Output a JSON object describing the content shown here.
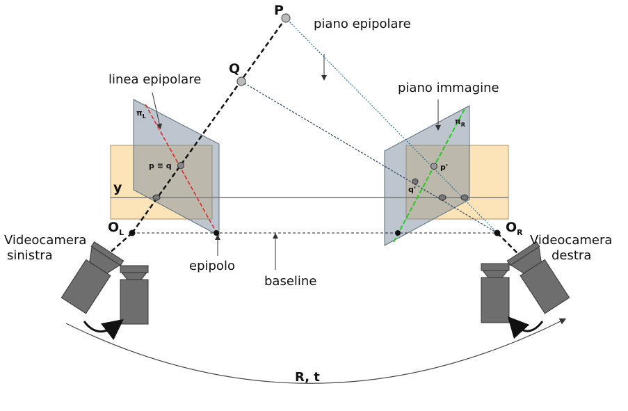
{
  "labels": {
    "P": "P",
    "Q": "Q",
    "piano_epipolare": "piano epipolare",
    "linea_epipolare": "linea epipolare",
    "piano_immagine": "piano immagine",
    "pi_L_main": "π",
    "pi_L_sub": "L",
    "pi_R_main": "π",
    "pi_R_sub": "R",
    "p_eq_q": "p ≡ q",
    "p_prime": "p'",
    "q_prime": "q'",
    "y": "y",
    "O_L_main": "O",
    "O_L_sub": "L",
    "O_R_main": "O",
    "O_R_sub": "R",
    "cam_left_1": "Videocamera",
    "cam_left_2": "sinistra",
    "cam_right_1": "Videocamera",
    "cam_right_2": "destra",
    "epipolo": "epipolo",
    "baseline": "baseline",
    "Rt": "R, t"
  },
  "colors": {
    "rect_fill": "#fde3b8",
    "rect_stroke": "#a88c6a",
    "plane_fill": "#8899a8",
    "plane_stroke": "#5c6c7a",
    "camera_body": "#6e6e6e",
    "red_line": "#e02020",
    "green_line": "#22cc22",
    "blue_dotted": "#2a6f9a",
    "point_gray": "#b8b8b8"
  },
  "icons": {
    "camera": "video-camera-icon",
    "rotation": "curved-arrow-icon"
  }
}
